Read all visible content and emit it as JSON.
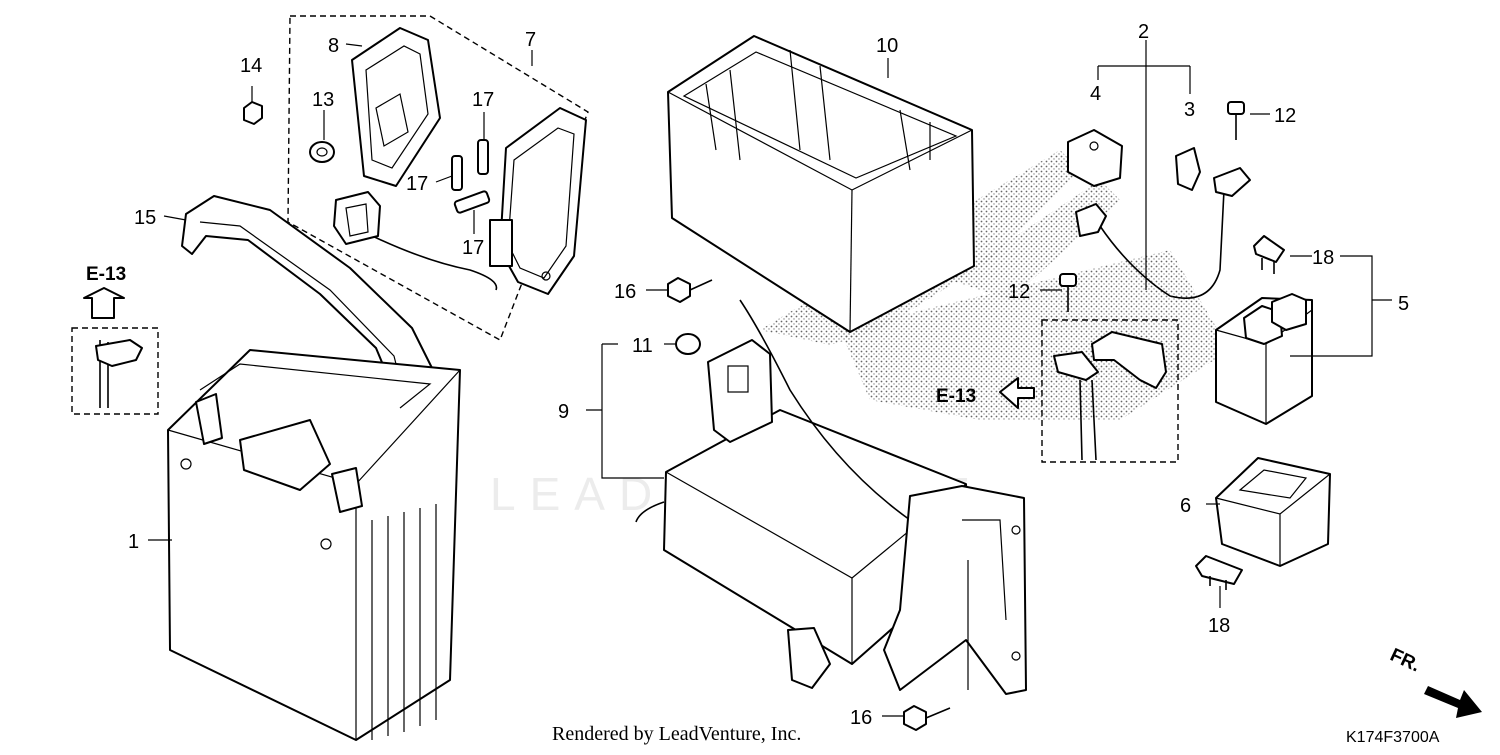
{
  "diagram": {
    "callouts": [
      {
        "id": "c1",
        "text": "1"
      },
      {
        "id": "c2",
        "text": "2"
      },
      {
        "id": "c3",
        "text": "3"
      },
      {
        "id": "c4",
        "text": "4"
      },
      {
        "id": "c5",
        "text": "5"
      },
      {
        "id": "c6",
        "text": "6"
      },
      {
        "id": "c7",
        "text": "7"
      },
      {
        "id": "c8",
        "text": "8"
      },
      {
        "id": "c9",
        "text": "9"
      },
      {
        "id": "c10",
        "text": "10"
      },
      {
        "id": "c11",
        "text": "11"
      },
      {
        "id": "c12a",
        "text": "12"
      },
      {
        "id": "c12b",
        "text": "12"
      },
      {
        "id": "c13",
        "text": "13"
      },
      {
        "id": "c14",
        "text": "14"
      },
      {
        "id": "c15",
        "text": "15"
      },
      {
        "id": "c16a",
        "text": "16"
      },
      {
        "id": "c16b",
        "text": "16"
      },
      {
        "id": "c17a",
        "text": "17"
      },
      {
        "id": "c17b",
        "text": "17"
      },
      {
        "id": "c17c",
        "text": "17"
      },
      {
        "id": "c18a",
        "text": "18"
      },
      {
        "id": "c18b",
        "text": "18"
      }
    ],
    "references": [
      "E-13",
      "E-13"
    ],
    "direction_label": "FR.",
    "watermark": "LEADVENTURE",
    "footer_text": "Rendered by LeadVenture, Inc.",
    "diagram_code": "K174F3700A"
  }
}
